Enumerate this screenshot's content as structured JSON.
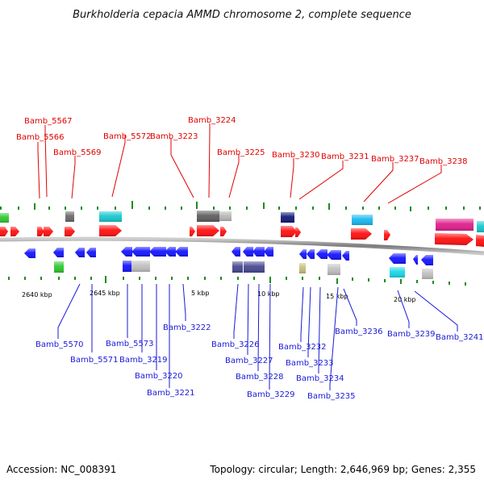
{
  "title": "Burkholderia cepacia AMMD chromosome 2, complete sequence",
  "footer": {
    "accession": "Accession: NC_008391",
    "summary": "Topology: circular; Length: 2,646,969 bp; Genes: 2,355"
  },
  "colors": {
    "forward_gene": "#ff1010",
    "reverse_gene": "#1414ff",
    "top_label": "#e00000",
    "bottom_label": "#1a1ad8",
    "backbone": "#8c8c8c",
    "tick_mark": "#1c8c1c"
  },
  "scale_labels": [
    "2640 kbp",
    "2645 kbp",
    "5 kbp",
    "10 kbp",
    "15 kbp",
    "20 kbp"
  ],
  "top_labels": [
    "Bamb_5567",
    "Bamb_5566",
    "Bamb_5569",
    "Bamb_5572",
    "Bamb_3223",
    "Bamb_3224",
    "Bamb_3225",
    "Bamb_3230",
    "Bamb_3231",
    "Bamb_3237",
    "Bamb_3238"
  ],
  "bottom_labels": [
    "Bamb_5570",
    "Bamb_5571",
    "Bamb_5573",
    "Bamb_3219",
    "Bamb_3220",
    "Bamb_3221",
    "Bamb_3222",
    "Bamb_3226",
    "Bamb_3227",
    "Bamb_3228",
    "Bamb_3229",
    "Bamb_3232",
    "Bamb_3233",
    "Bamb_3234",
    "Bamb_3235",
    "Bamb_3236",
    "Bamb_3239",
    "Bamb_3241"
  ]
}
